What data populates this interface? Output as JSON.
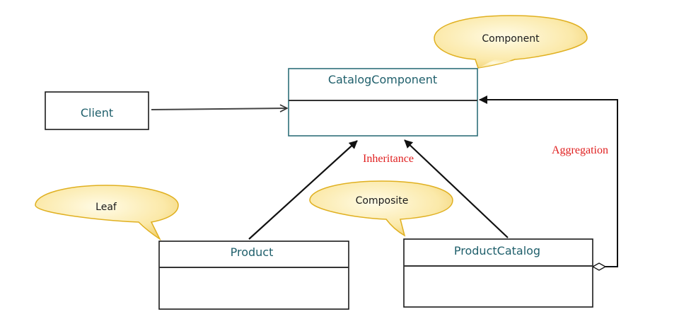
{
  "classes": {
    "catalog_component": "CatalogComponent",
    "client": "Client",
    "product": "Product",
    "product_catalog": "ProductCatalog"
  },
  "callouts": {
    "component": "Component",
    "leaf": "Leaf",
    "composite": "Composite"
  },
  "relations": {
    "inheritance": "Inheritance",
    "aggregation": "Aggregation"
  },
  "colors": {
    "class_text": "#1f5f6b",
    "callout_fill": "#fbe9a9",
    "callout_stroke": "#e0b020",
    "relation_label": "#e02020",
    "border": "#1a1a1a",
    "top_class_border": "#2e6f7a"
  }
}
